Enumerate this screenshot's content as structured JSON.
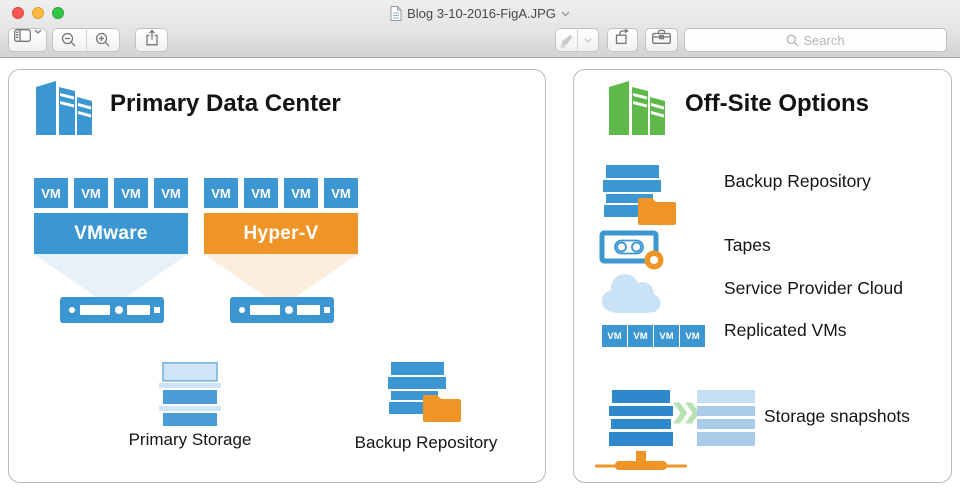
{
  "window": {
    "title": "Blog 3-10-2016-FigA.JPG",
    "search_placeholder": "Search",
    "icons": {
      "traffic_lights": [
        "close",
        "minimize",
        "zoom"
      ],
      "toolbar_left": [
        "sidebar-panel",
        "chevron-down",
        "zoom-out-magnifier",
        "zoom-in-magnifier",
        "share"
      ],
      "toolbar_right": [
        "markup-pen",
        "chevron-down",
        "rotate-left",
        "markup-toolbox",
        "search-magnifier"
      ],
      "title_icons": [
        "document",
        "chevron-down"
      ]
    }
  },
  "diagram": {
    "vm_label": "VM",
    "left_panel": {
      "title": "Primary Data Center",
      "hypervisors": [
        {
          "name": "VMware",
          "vm_count": 4
        },
        {
          "name": "Hyper-V",
          "vm_count": 4
        }
      ],
      "primary_storage_label": "Primary Storage",
      "backup_repository_label": "Backup Repository"
    },
    "right_panel": {
      "title": "Off-Site Options",
      "options": [
        {
          "label": "Backup Repository",
          "icon": "backup-repository"
        },
        {
          "label": "Tapes",
          "icon": "tape-cartridge"
        },
        {
          "label": "Service Provider Cloud",
          "icon": "cloud"
        },
        {
          "label": "Replicated VMs",
          "icon": "replicated-vms"
        },
        {
          "label": "Storage snapshots",
          "icon": "storage-snapshot-mirror"
        }
      ]
    }
  },
  "colors": {
    "blue": "#3c96d2",
    "orange": "#ef9528",
    "green_building": "#5eb94a",
    "fade_blue": "#e9f1f8",
    "fade_orange": "#fbeede",
    "cloud_blue": "#c9e2f5",
    "storage_light": "#cfe4f4",
    "storage_mid": "#4a9cd6",
    "snap_dark": "#2f88cb",
    "snap_light": "#a9cbe9",
    "snap_lighter": "#c6def2",
    "chevron_green": "#b9e2b3"
  }
}
